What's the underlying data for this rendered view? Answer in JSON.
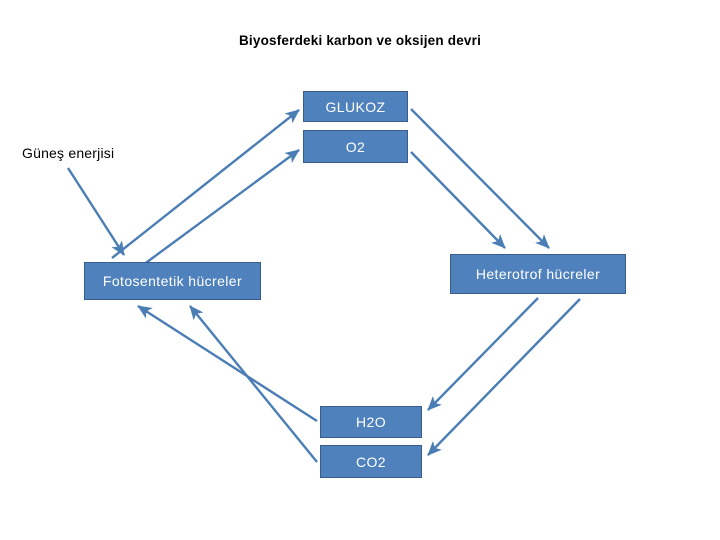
{
  "diagram": {
    "title": "Biyosferdeki karbon ve oksijen devri",
    "theme": {
      "box_fill": "#4F81BD",
      "box_border": "#385D8A",
      "box_text": "#FFFFFF",
      "arrow_color": "#4A7EB5",
      "background": "#FFFFFF",
      "title_color": "#000000",
      "plain_label_color": "#000000"
    },
    "nodes": [
      {
        "id": "glukoz",
        "label": "GLUKOZ",
        "style": "box"
      },
      {
        "id": "o2",
        "label": "O2",
        "style": "box"
      },
      {
        "id": "gunes",
        "label": "Güneş enerjisi",
        "style": "plain"
      },
      {
        "id": "foto",
        "label": "Fotosentetik hücreler",
        "style": "box"
      },
      {
        "id": "hetero",
        "label": "Heterotrof hücreler",
        "style": "box"
      },
      {
        "id": "h2o",
        "label": "H2O",
        "style": "box"
      },
      {
        "id": "co2",
        "label": "CO2",
        "style": "box"
      }
    ],
    "edges": [
      {
        "id": "gunes-to-foto",
        "from": "gunes",
        "to": "foto",
        "direction": "down-right"
      },
      {
        "id": "foto-to-glukoz",
        "from": "foto",
        "to": "glukoz",
        "direction": "up-right"
      },
      {
        "id": "foto-to-o2",
        "from": "foto",
        "to": "o2",
        "direction": "up-right"
      },
      {
        "id": "glukoz-to-hetero",
        "from": "glukoz",
        "to": "hetero",
        "direction": "down-right"
      },
      {
        "id": "o2-to-hetero",
        "from": "o2",
        "to": "hetero",
        "direction": "down-right"
      },
      {
        "id": "hetero-to-h2o",
        "from": "hetero",
        "to": "h2o",
        "direction": "down-left"
      },
      {
        "id": "hetero-to-co2",
        "from": "hetero",
        "to": "co2",
        "direction": "down-left"
      },
      {
        "id": "h2o-to-foto",
        "from": "h2o",
        "to": "foto",
        "direction": "up-left"
      },
      {
        "id": "co2-to-foto",
        "from": "co2",
        "to": "foto",
        "direction": "up-left"
      }
    ]
  }
}
